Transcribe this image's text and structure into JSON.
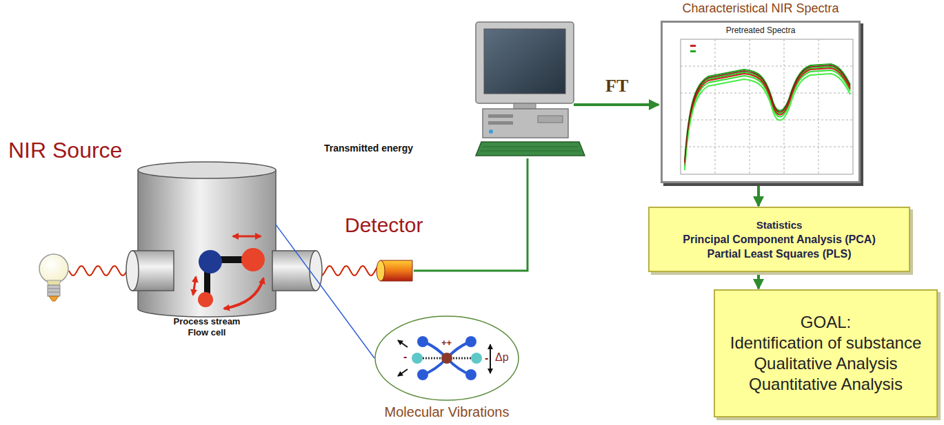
{
  "diagram": {
    "nodes": [
      {
        "text": [
          "Process stream Flow cell"
        ]
      },
      {
        "text": [
          "Molecular Vibrations",
          "++",
          "-",
          "-",
          "Δp"
        ]
      },
      {
        "text": [
          "Characteristical NIR Spectra",
          "Pretreated Spectra"
        ]
      },
      {
        "text": [
          "Statistics",
          "Principal Component Analysis (PCA)",
          "Partial Least Squares (PLS)"
        ]
      },
      {
        "text": [
          "GOAL:",
          "Identification of substance",
          "Qualitative Analysis",
          "Quantitative Analysis"
        ]
      }
    ],
    "edges": [
      {
        "from": 0,
        "to": 1,
        "arrow": "none"
      },
      {
        "from": 2,
        "to": 3,
        "arrow": "to"
      },
      {
        "from": 3,
        "to": 4,
        "arrow": "to"
      }
    ],
    "labels": [
      "NIR Source",
      "Transmitted energy",
      "Detector",
      "FT"
    ]
  }
}
